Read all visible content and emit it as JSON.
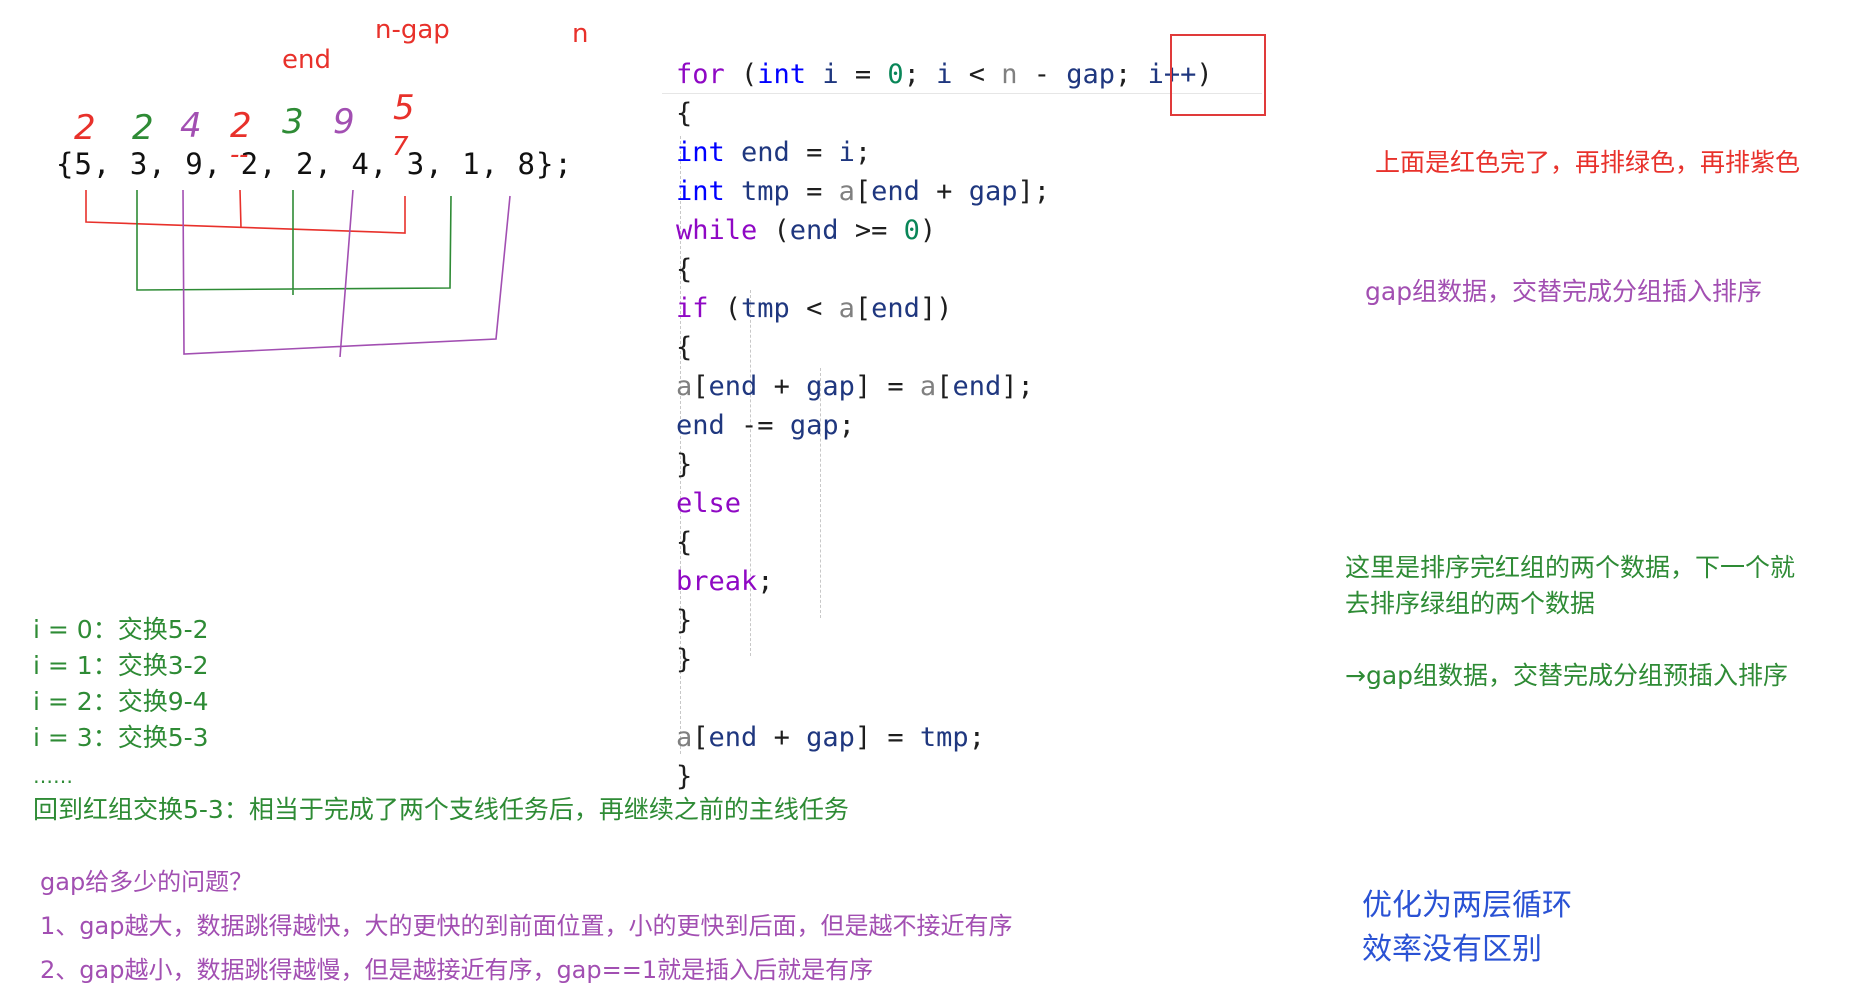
{
  "top_labels": {
    "end": "end",
    "n_gap": "n-gap",
    "n": "n"
  },
  "array": {
    "text": "{5, 3, 9, 2, 2, 4, 3, 1, 8};",
    "handwritten_digits": [
      {
        "text": "2",
        "color": "#e8312b"
      },
      {
        "text": "2",
        "color": "#2e8b35"
      },
      {
        "text": "4",
        "color": "#a24fb2"
      },
      {
        "text": "2",
        "color": "#e8312b"
      },
      {
        "text": "3",
        "color": "#2e8b35"
      },
      {
        "text": "9",
        "color": "#a24fb2"
      },
      {
        "text": "5",
        "color": "#e8312b"
      }
    ],
    "overwrites": [
      "-",
      "-",
      "7"
    ]
  },
  "code_lines": [
    [
      {
        "t": "for",
        "c": "ctl"
      },
      {
        "t": " ("
      },
      {
        "t": "int",
        "c": "kw"
      },
      {
        "t": " "
      },
      {
        "t": "i",
        "c": "var"
      },
      {
        "t": " = "
      },
      {
        "t": "0",
        "c": "num"
      },
      {
        "t": "; "
      },
      {
        "t": "i",
        "c": "var"
      },
      {
        "t": " < "
      },
      {
        "t": "n",
        "c": "dim"
      },
      {
        "t": " - "
      },
      {
        "t": "gap",
        "c": "var"
      },
      {
        "t": "; "
      },
      {
        "t": "i++",
        "c": "var"
      },
      {
        "t": ")"
      }
    ],
    [
      {
        "t": "{"
      }
    ],
    [
      {
        "t": "    "
      },
      {
        "t": "int",
        "c": "kw"
      },
      {
        "t": " "
      },
      {
        "t": "end",
        "c": "var"
      },
      {
        "t": " = "
      },
      {
        "t": "i",
        "c": "var"
      },
      {
        "t": ";"
      }
    ],
    [
      {
        "t": "    "
      },
      {
        "t": "int",
        "c": "kw"
      },
      {
        "t": " "
      },
      {
        "t": "tmp",
        "c": "var"
      },
      {
        "t": " = "
      },
      {
        "t": "a",
        "c": "dim"
      },
      {
        "t": "["
      },
      {
        "t": "end",
        "c": "var"
      },
      {
        "t": " + "
      },
      {
        "t": "gap",
        "c": "var"
      },
      {
        "t": "];"
      }
    ],
    [
      {
        "t": "    "
      },
      {
        "t": "while",
        "c": "ctl"
      },
      {
        "t": " ("
      },
      {
        "t": "end",
        "c": "var"
      },
      {
        "t": " >= "
      },
      {
        "t": "0",
        "c": "num"
      },
      {
        "t": ")"
      }
    ],
    [
      {
        "t": "    {"
      }
    ],
    [
      {
        "t": "        "
      },
      {
        "t": "if",
        "c": "ctl"
      },
      {
        "t": " ("
      },
      {
        "t": "tmp",
        "c": "var"
      },
      {
        "t": " < "
      },
      {
        "t": "a",
        "c": "dim"
      },
      {
        "t": "["
      },
      {
        "t": "end",
        "c": "var"
      },
      {
        "t": "])"
      }
    ],
    [
      {
        "t": "        {"
      }
    ],
    [
      {
        "t": "            "
      },
      {
        "t": "a",
        "c": "dim"
      },
      {
        "t": "["
      },
      {
        "t": "end",
        "c": "var"
      },
      {
        "t": " + "
      },
      {
        "t": "gap",
        "c": "var"
      },
      {
        "t": "] = "
      },
      {
        "t": "a",
        "c": "dim"
      },
      {
        "t": "["
      },
      {
        "t": "end",
        "c": "var"
      },
      {
        "t": "];"
      }
    ],
    [
      {
        "t": "            "
      },
      {
        "t": "end",
        "c": "var"
      },
      {
        "t": " -= "
      },
      {
        "t": "gap",
        "c": "var"
      },
      {
        "t": ";"
      }
    ],
    [
      {
        "t": "        }"
      }
    ],
    [
      {
        "t": "        "
      },
      {
        "t": "else",
        "c": "ctl"
      }
    ],
    [
      {
        "t": "        {"
      }
    ],
    [
      {
        "t": "            "
      },
      {
        "t": "break",
        "c": "ctl"
      },
      {
        "t": ";"
      }
    ],
    [
      {
        "t": "        }"
      }
    ],
    [
      {
        "t": "    }"
      }
    ],
    [
      {
        "t": ""
      }
    ],
    [
      {
        "t": "    "
      },
      {
        "t": "a",
        "c": "dim"
      },
      {
        "t": "["
      },
      {
        "t": "end",
        "c": "var"
      },
      {
        "t": " + "
      },
      {
        "t": "gap",
        "c": "var"
      },
      {
        "t": "] = "
      },
      {
        "t": "tmp",
        "c": "var"
      },
      {
        "t": ";"
      }
    ],
    [
      {
        "t": "}"
      }
    ]
  ],
  "notes": {
    "red_top": "上面是红色完了，再排绿色，再排紫色",
    "purple_gap": "gap组数据，交替完成分组插入排序",
    "green_line1": "这里是排序完红组的两个数据，下一个就",
    "green_line2": "去排序绿组的两个数据",
    "green_arrow": "→gap组数据，交替完成分组预插入排序",
    "steps": [
      "i = 0：交换5-2",
      "i = 1：交换3-2",
      "i = 2：交换9-4",
      "i = 3：交换5-3"
    ],
    "ellipsis": "……",
    "back_to_red": "回到红组交换5-3：相当于完成了两个支线任务后，再继续之前的主线任务",
    "gap_question": "gap给多少的问题？",
    "gap_point1": "1、gap越大，数据跳得越快，大的更快的到前面位置，小的更快到后面，但是越不接近有序",
    "gap_point2": "2、gap越小，数据跳得越慢，但是越接近有序，gap==1就是插入后就是有序",
    "blue_line1": "优化为两层循环",
    "blue_line2": "效率没有区别"
  },
  "colors": {
    "red": "#e8312b",
    "green": "#2e8b35",
    "purple": "#a24fb2",
    "blue": "#2a52d4"
  }
}
